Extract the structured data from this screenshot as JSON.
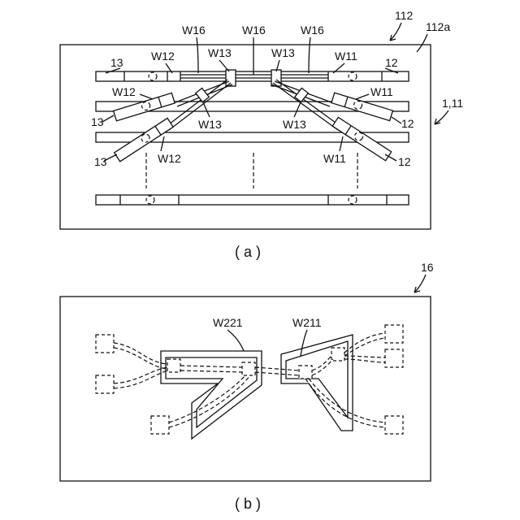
{
  "figure_a": {
    "caption": "( a )",
    "ref_main": "112",
    "ref_board": "112a",
    "ref_group": "1,11",
    "labels": {
      "w16_left": "W16",
      "w16_mid": "W16",
      "w16_right": "W16",
      "w12_top": "W12",
      "w13_top_left": "W13",
      "w13_top_right": "W13",
      "w11_top": "W11",
      "n13_top": "13",
      "n12_top": "12",
      "w12_mid": "W12",
      "w11_mid": "W11",
      "n13_mid": "13",
      "n12_mid": "12",
      "w13_mid_left": "W13",
      "w13_mid_right": "W13",
      "n13_bot": "13",
      "n12_bot": "12",
      "w12_bot": "W12",
      "w11_bot": "W11"
    }
  },
  "figure_b": {
    "caption": "( b )",
    "ref_main": "16",
    "labels": {
      "w221": "W221",
      "w211": "W211"
    }
  }
}
